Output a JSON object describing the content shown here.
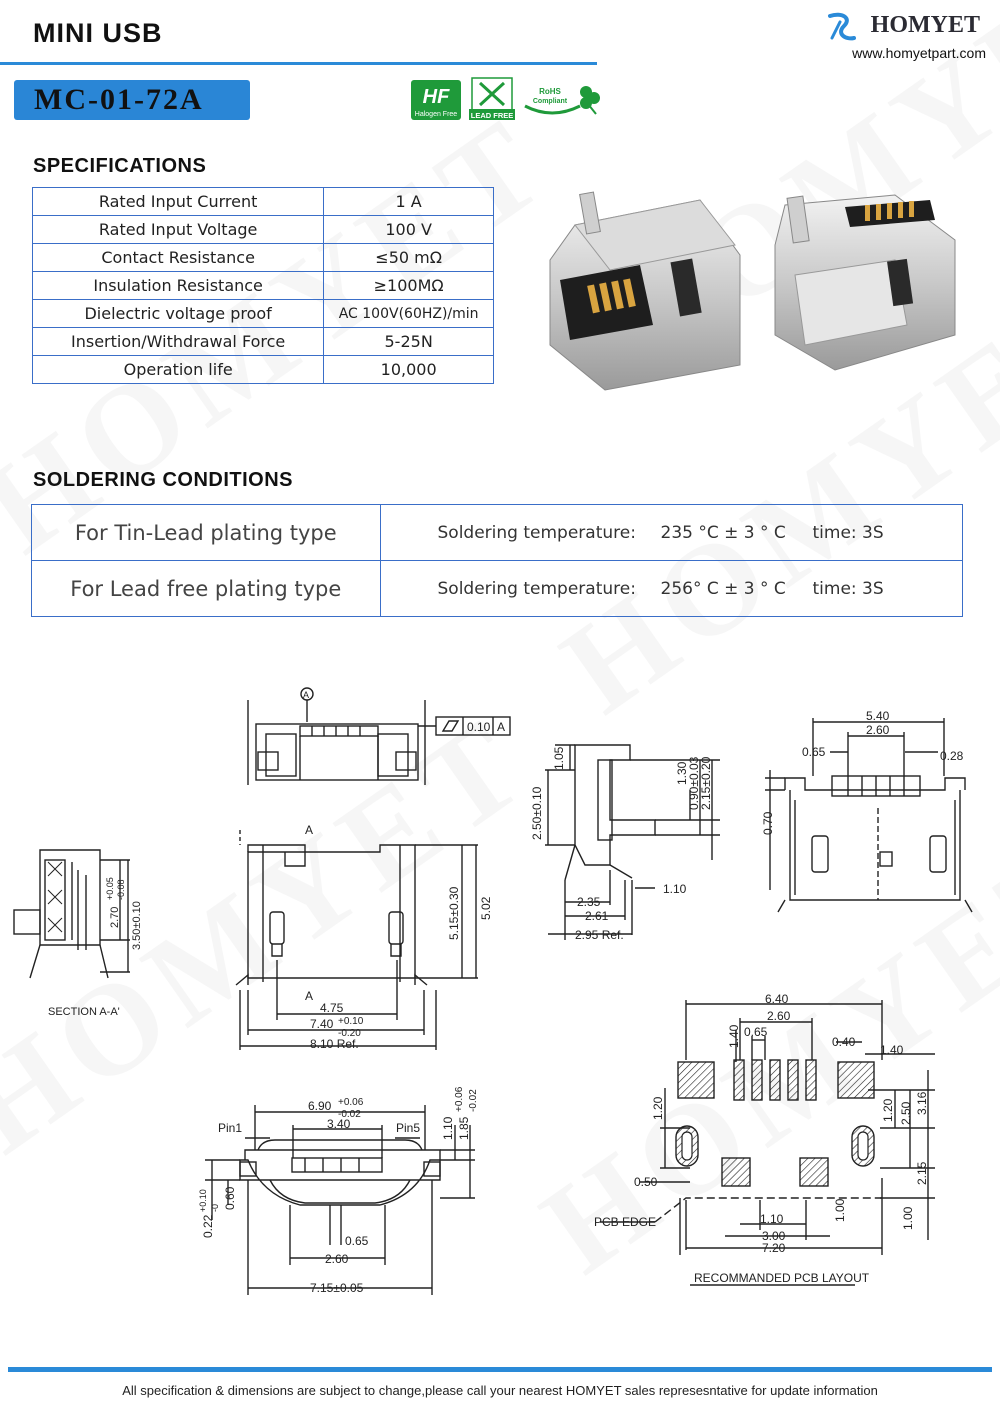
{
  "header": {
    "title": "MINI USB",
    "brand": "HOMYET",
    "website": "www.homyetpart.com",
    "watermark": "HOMYET"
  },
  "model": "MC-01-72A",
  "badges": [
    {
      "name": "halogen-free",
      "text": "Halogen Free",
      "color": "#1f9a3a"
    },
    {
      "name": "lead-free",
      "text": "LEAD FREE",
      "color": "#1f9a3a"
    },
    {
      "name": "rohs",
      "text": "RoHS Compliant",
      "color": "#1f9a3a"
    }
  ],
  "specifications": {
    "heading": "SPECIFICATIONS",
    "rows": [
      {
        "label": "Rated Input Current",
        "value": "1 A"
      },
      {
        "label": "Rated Input Voltage",
        "value": "100 V"
      },
      {
        "label": "Contact Resistance",
        "value": "≤50 mΩ"
      },
      {
        "label": "Insulation Resistance",
        "value": "≥100MΩ"
      },
      {
        "label": "Dielectric voltage proof",
        "value": "AC 100V(60HZ)/min"
      },
      {
        "label": "Insertion/Withdrawal Force",
        "value": "5-25N"
      },
      {
        "label": "Operation life",
        "value": "10,000"
      }
    ]
  },
  "soldering": {
    "heading": "SOLDERING  CONDITIONS",
    "rows": [
      {
        "type": "For Tin-Lead plating type",
        "label": "Soldering temperature:",
        "temp": "235 °C ± 3 ° C",
        "time": "time: 3S"
      },
      {
        "type": "For Lead free plating type",
        "label": "Soldering temperature:",
        "temp": "256° C ± 3 ° C",
        "time": "time: 3S"
      }
    ]
  },
  "drawings": {
    "datum": "A",
    "flatness": "0.10",
    "section_label": "SECTION A-A'",
    "section_letter": "A",
    "front": {
      "w475": "4.75",
      "w740": "7.40",
      "w740_tol_up": "+0.10",
      "w740_tol_dn": "-0.20",
      "w810": "8.10 Ref.",
      "h515": "5.15±0.30",
      "h502": "5.02"
    },
    "section": {
      "d1": "2.70",
      "d1_tol_up": "+0.05",
      "d1_tol_dn": "-0.08",
      "d2": "3.50±0.10"
    },
    "side": {
      "h105": "1.05",
      "h250": "2.50±0.10",
      "h130": "1.30",
      "h090": "0.90±0.03",
      "h215": "2.15±0.20",
      "w235": "2.35",
      "w261": "2.61",
      "w295": "2.95 Ref.",
      "w110": "1.10"
    },
    "end": {
      "w540": "5.40",
      "w260": "2.60",
      "w065": "0.65",
      "w028": "0.28",
      "h070": "0.70"
    },
    "bottom": {
      "w690": "6.90",
      "w690_tol_up": "+0.06",
      "w690_tol_dn": "-0.02",
      "w340": "3.40",
      "pin1": "Pin1",
      "pin5": "Pin5",
      "w065": "0.65",
      "w260": "2.60",
      "w715": "7.15±0.05",
      "h110": "1.10",
      "h185": "1.85",
      "h185_tol_up": "+0.06",
      "h185_tol_dn": "-0.02",
      "h060": "0.60",
      "h022": "0.22",
      "h022_tol_up": "+0.10",
      "h022_tol_dn": "-0"
    },
    "pcb": {
      "w640": "6.40",
      "w260": "2.60",
      "w065": "0.65",
      "h140": "1.40",
      "w040": "0.40",
      "w140": "1.40",
      "h120": "1.20",
      "h120b": "1.20",
      "h250": "2.50",
      "h316": "3.16",
      "w050": "0.50",
      "h215": "2.15",
      "w110": "1.10",
      "h100": "1.00",
      "h100b": "1.00",
      "w300": "3.00",
      "w720": "7.20",
      "edge": "PCB  EDGE",
      "caption": "RECOMMANDED  PCB  LAYOUT"
    }
  },
  "footer": "All specification & dimensions are subject to change,please call your nearest HOMYET sales represesntative for update information"
}
